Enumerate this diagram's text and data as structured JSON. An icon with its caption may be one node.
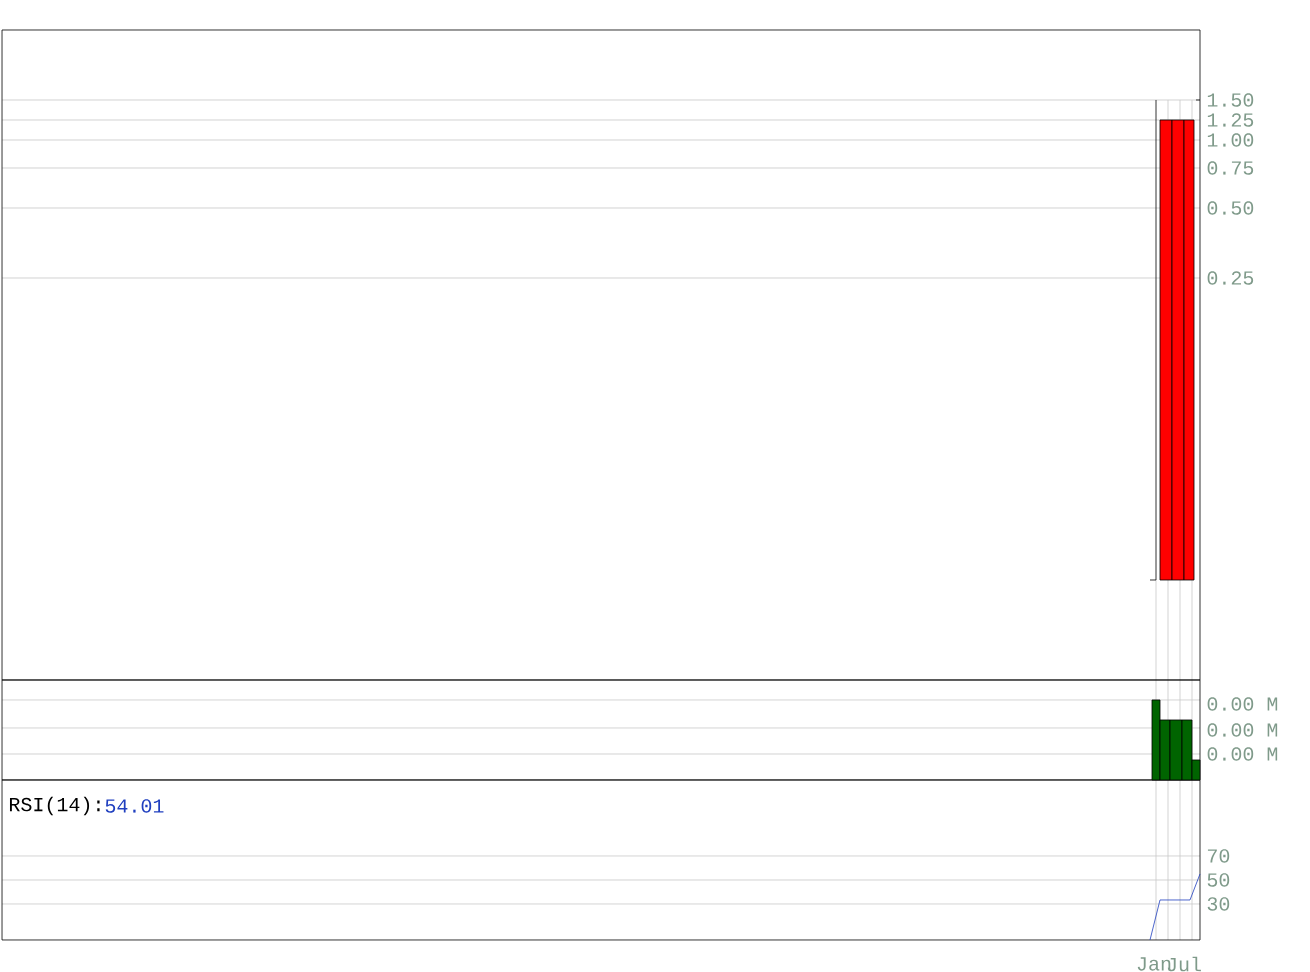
{
  "diagram": {
    "labels": [
      "1.50",
      "1.25",
      "1.00",
      "0.75",
      "0.50",
      "0.25",
      "0.00 M",
      "0.00 M",
      "0.00 M",
      "RSI(14):",
      "54.01",
      "70",
      "50",
      "30",
      "Jan",
      "Jul"
    ]
  }
}
